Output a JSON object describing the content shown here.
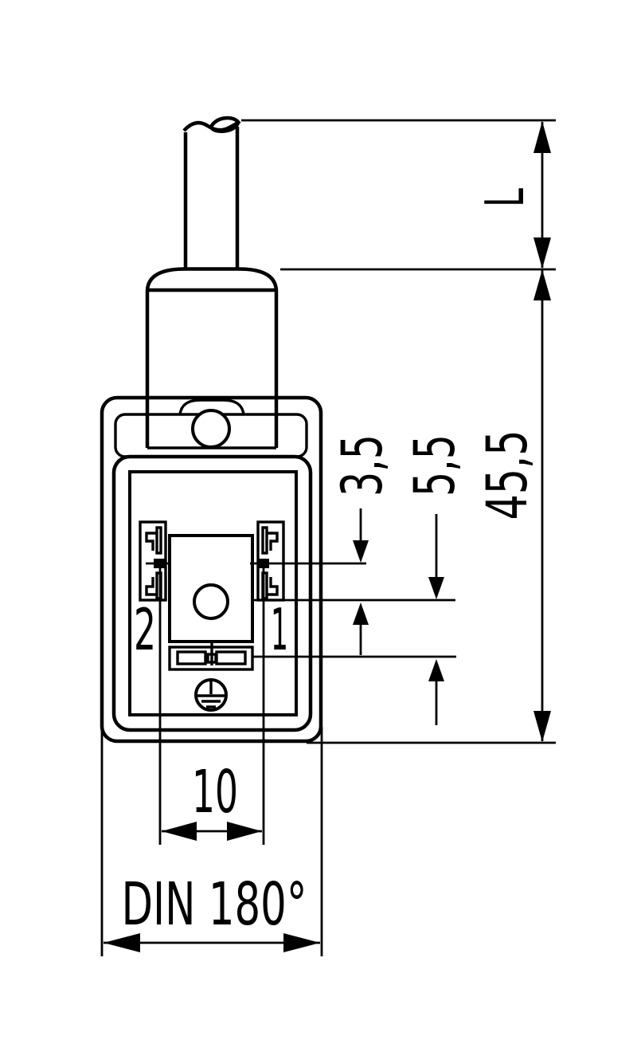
{
  "drawing": {
    "kind": "valve-connector-dimension-drawing",
    "colors": {
      "line": "#000000",
      "background": "#ffffff"
    },
    "labels": {
      "cable_length": "L",
      "pin_offset": "3,5",
      "pe_offset": "5,5",
      "connector_height": "45,5",
      "pin_spacing": "10",
      "standard": "DIN 180°",
      "pin_2": "2",
      "pin_1": "1"
    }
  }
}
